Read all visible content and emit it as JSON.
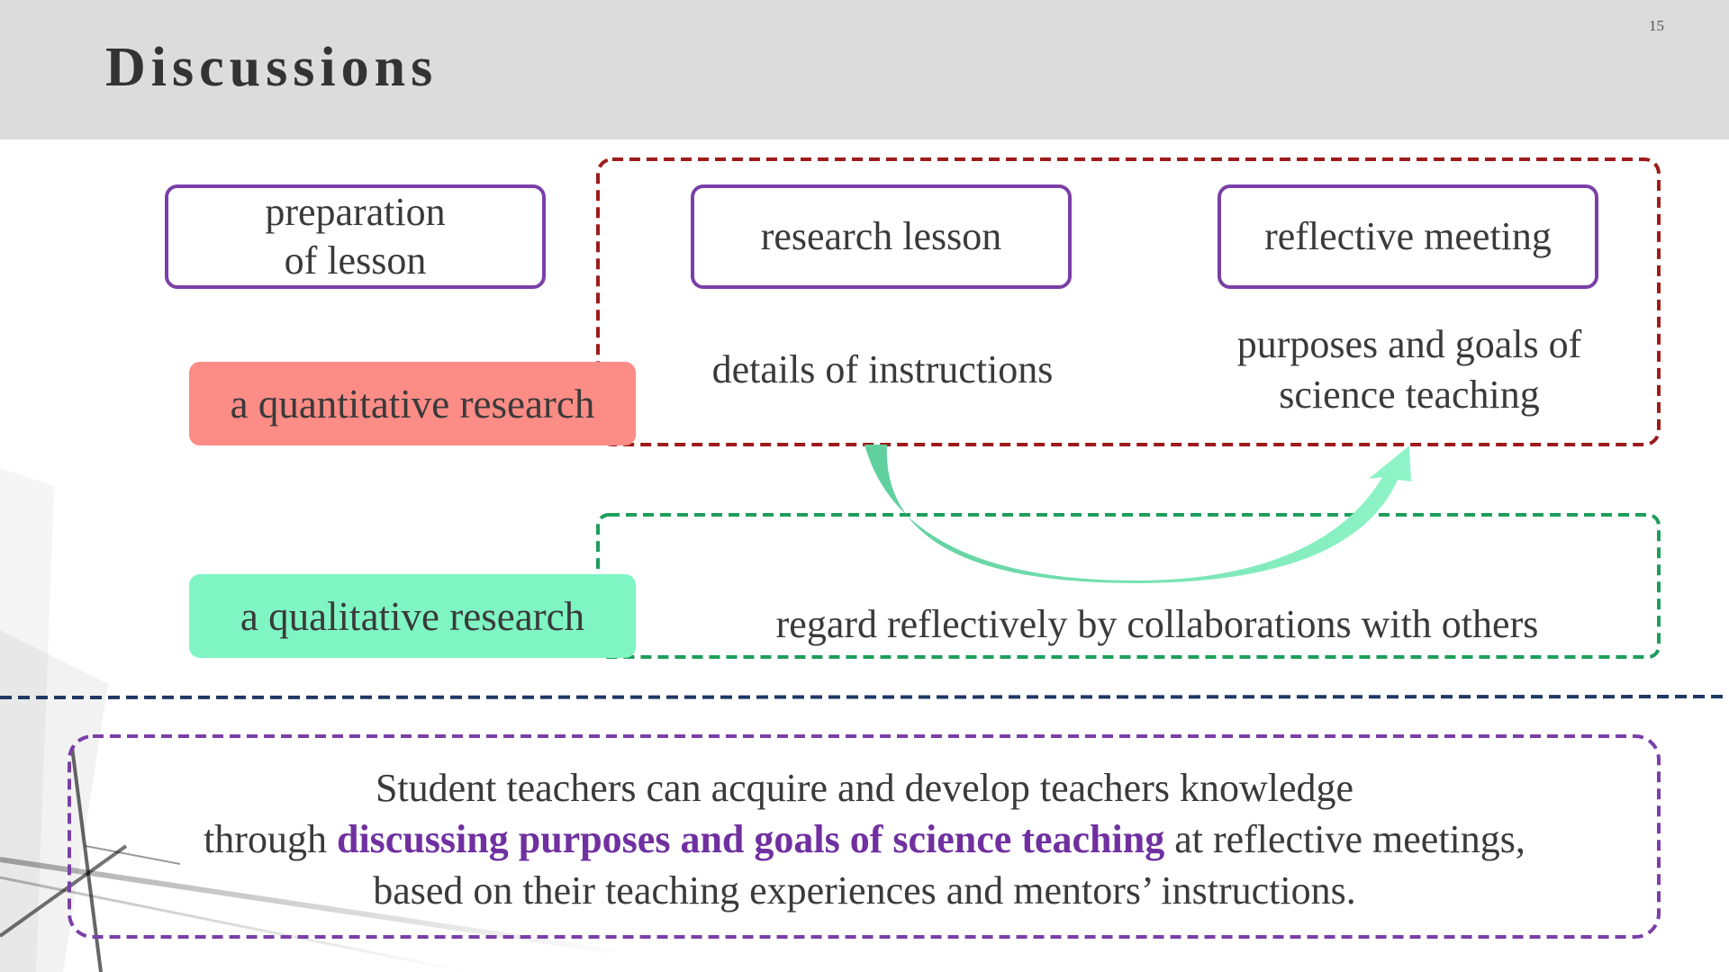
{
  "slide": {
    "title": "Discussions",
    "page_number": "15"
  },
  "stages": {
    "preparation": {
      "line1": "preparation",
      "line2": "of lesson"
    },
    "research_lesson": "research lesson",
    "reflective_meeting": "reflective meeting"
  },
  "research_types": {
    "quantitative": "a quantitative research",
    "qualitative": "a qualitative research"
  },
  "findings": {
    "details": "details of instructions",
    "purposes_line1": "purposes and goals of",
    "purposes_line2": "science teaching",
    "regard": "regard reflectively by collaborations with others"
  },
  "conclusion": {
    "line1": "Student teachers can acquire and develop teachers knowledge",
    "line2_before": "through ",
    "line2_highlight": "discussing purposes and goals of science teaching",
    "line2_after": " at reflective meetings,",
    "line3": "based on their teaching experiences and mentors’ instructions."
  },
  "colors": {
    "header_band": "#dcdcdc",
    "stage_border": "#7a3fa8",
    "quantitative_fill": "#fc8c86",
    "qualitative_fill": "#7ff5c4",
    "quantitative_frame": "#9e1b1b",
    "qualitative_frame": "#1e9e5a",
    "divider": "#1f3864",
    "conclusion_frame": "#7a3fa8",
    "highlight_text": "#7030a0"
  }
}
